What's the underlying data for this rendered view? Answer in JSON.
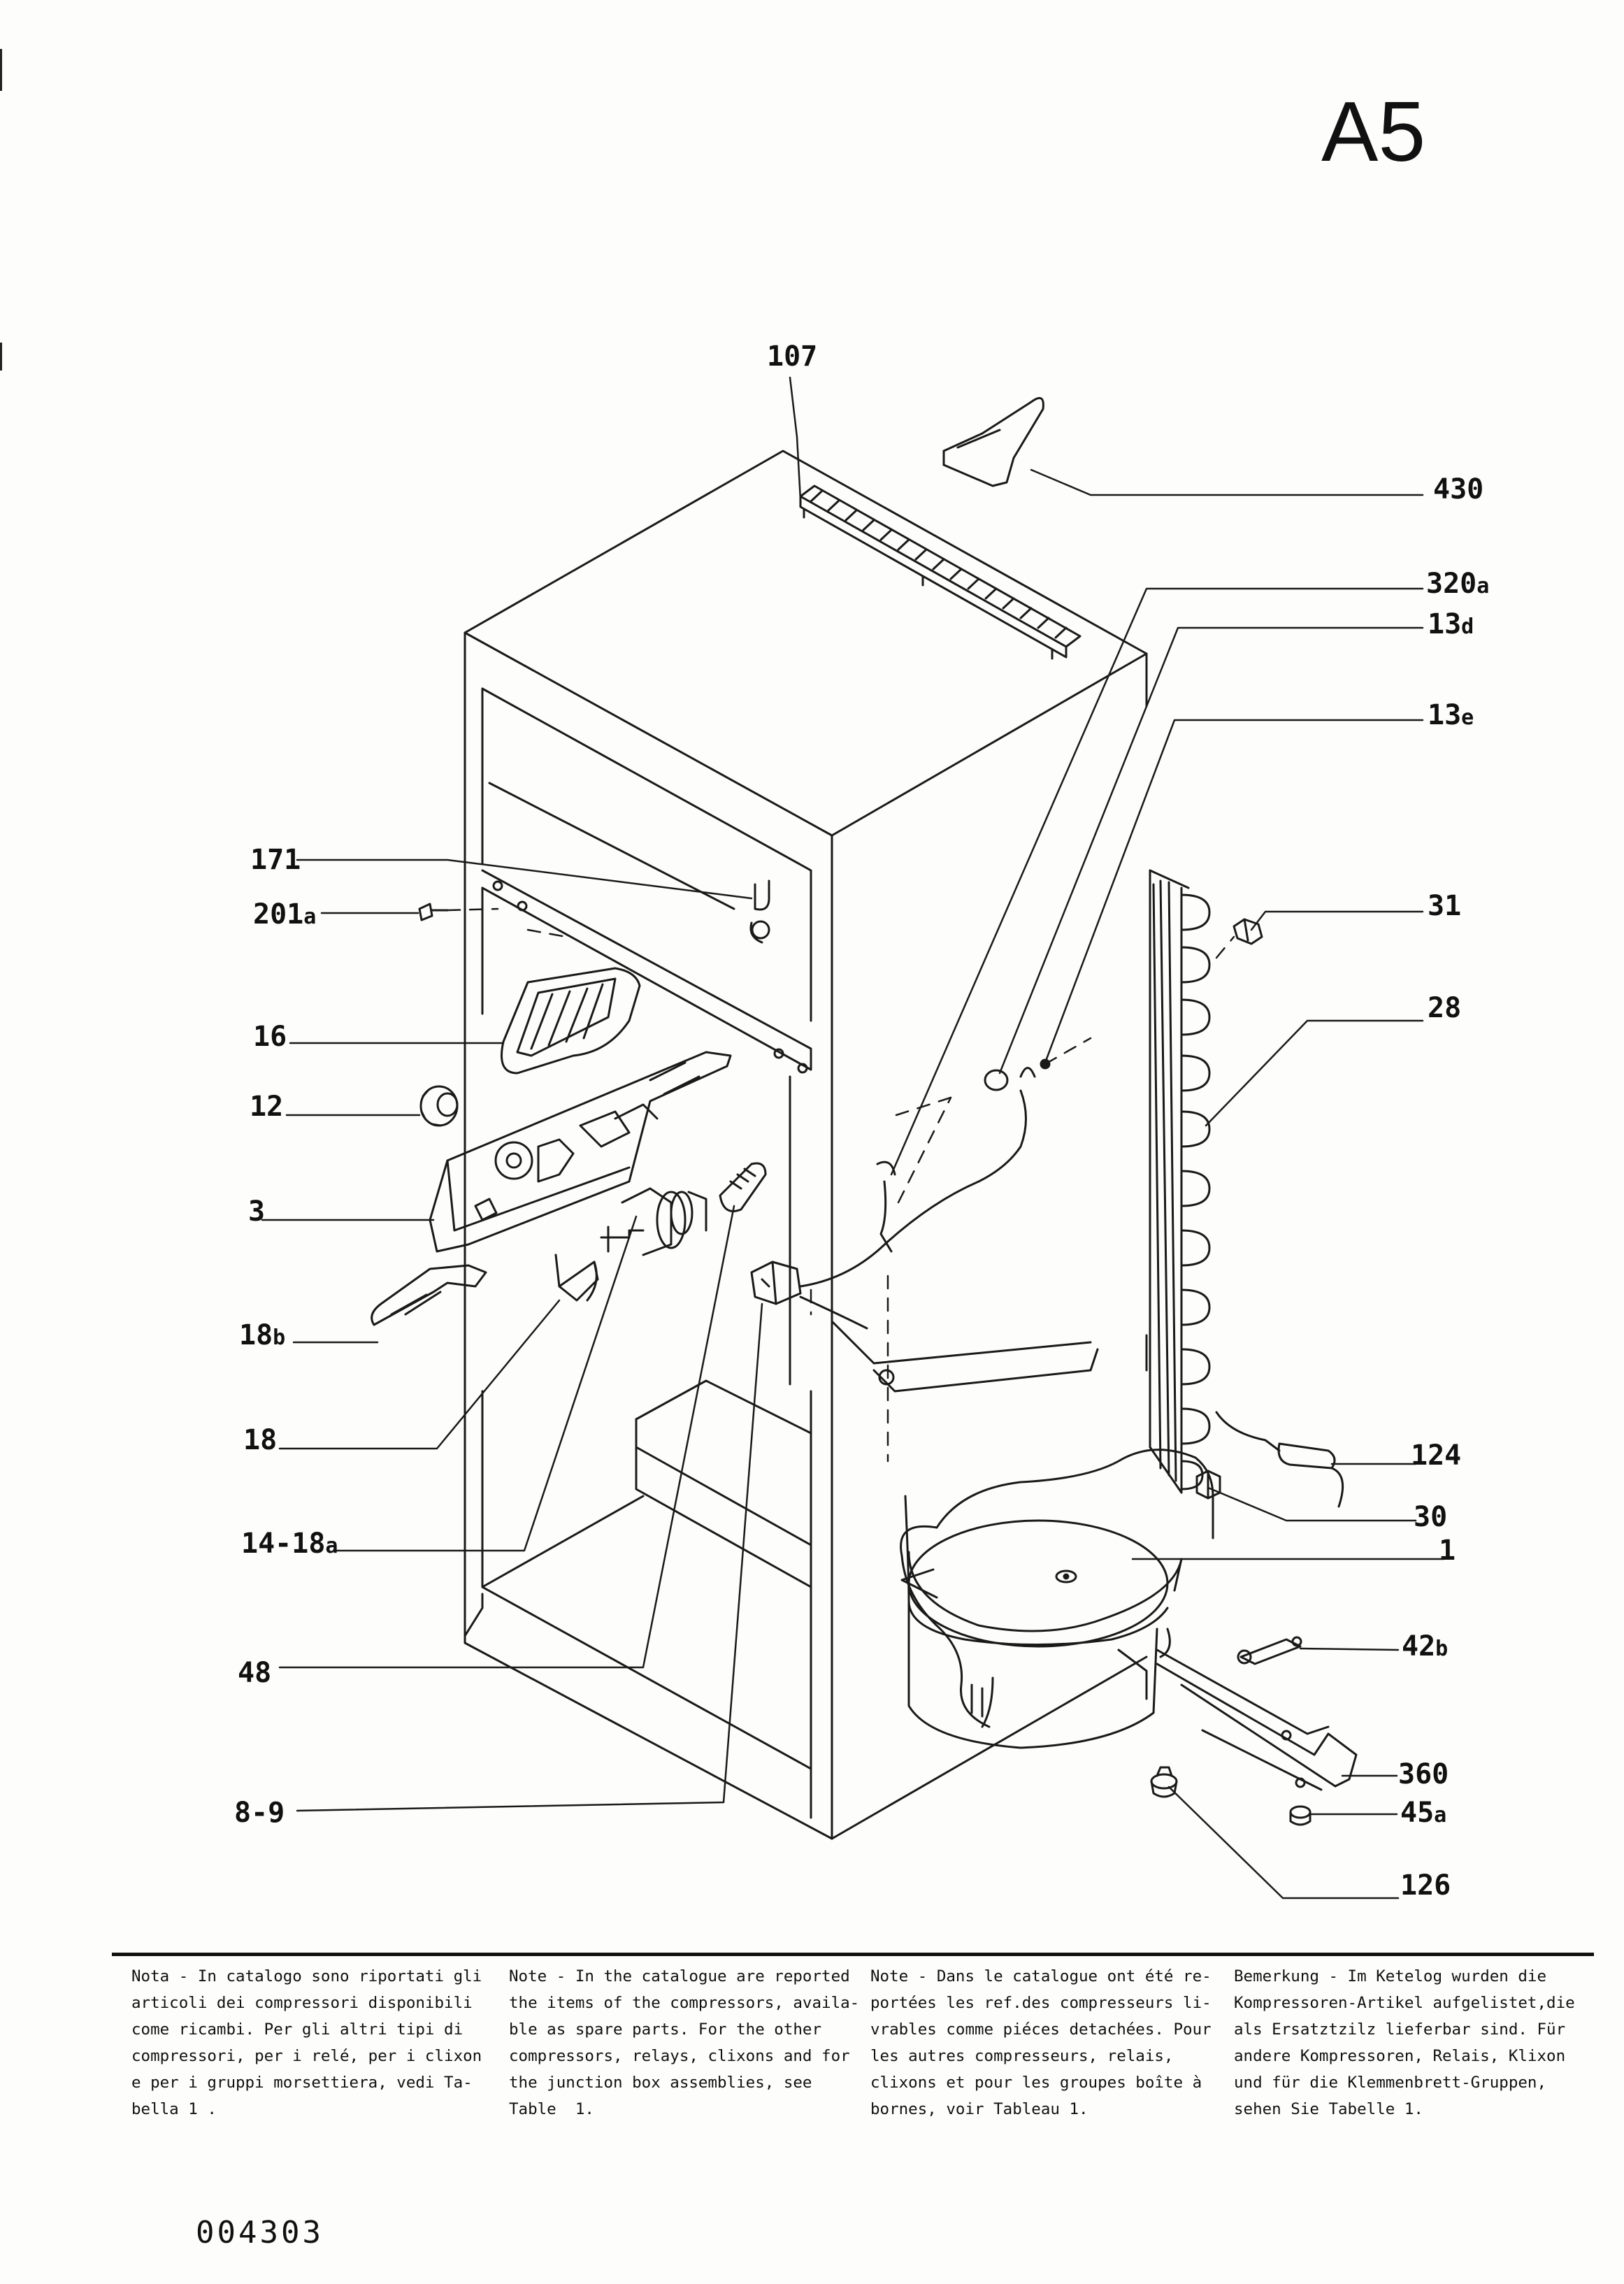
{
  "sheet": {
    "id": "A5",
    "doc_number": "004303"
  },
  "parts": [
    {
      "key": "p107",
      "num": "107",
      "suffix": ""
    },
    {
      "key": "p430",
      "num": "430",
      "suffix": ""
    },
    {
      "key": "p320a",
      "num": "320",
      "suffix": "a"
    },
    {
      "key": "p13d",
      "num": "13",
      "suffix": "d"
    },
    {
      "key": "p13e",
      "num": "13",
      "suffix": "e"
    },
    {
      "key": "p171",
      "num": "171",
      "suffix": ""
    },
    {
      "key": "p201a",
      "num": "201",
      "suffix": "a"
    },
    {
      "key": "p31",
      "num": "31",
      "suffix": ""
    },
    {
      "key": "p28",
      "num": "28",
      "suffix": ""
    },
    {
      "key": "p16",
      "num": "16",
      "suffix": ""
    },
    {
      "key": "p12",
      "num": "12",
      "suffix": ""
    },
    {
      "key": "p3",
      "num": "3",
      "suffix": ""
    },
    {
      "key": "p18b",
      "num": "18",
      "suffix": "b"
    },
    {
      "key": "p18",
      "num": "18",
      "suffix": ""
    },
    {
      "key": "p124",
      "num": "124",
      "suffix": ""
    },
    {
      "key": "p30",
      "num": "30",
      "suffix": ""
    },
    {
      "key": "p1",
      "num": "1",
      "suffix": ""
    },
    {
      "key": "p14_18a",
      "num": "14-18",
      "suffix": "a"
    },
    {
      "key": "p42b",
      "num": "42",
      "suffix": "b"
    },
    {
      "key": "p48",
      "num": "48",
      "suffix": ""
    },
    {
      "key": "p360",
      "num": "360",
      "suffix": ""
    },
    {
      "key": "p45a",
      "num": "45",
      "suffix": "a"
    },
    {
      "key": "p8_9",
      "num": "8-9",
      "suffix": ""
    },
    {
      "key": "p126",
      "num": "126",
      "suffix": ""
    }
  ],
  "notes": [
    {
      "lang": "it",
      "text": "Nota - In catalogo sono riportati gli\narticoli dei compressori disponibili\ncome ricambi. Per gli altri tipi di\ncompressori, per i relé, per i clixon\ne per i gruppi morsettiera, vedi Ta-\nbella 1 ."
    },
    {
      "lang": "en",
      "text": "Note - In the catalogue are reported\nthe items of the compressors, availa-\nble as spare parts. For the other\ncompressors, relays, clixons and for\nthe junction box assemblies, see\nTable  1."
    },
    {
      "lang": "fr",
      "text": "Note - Dans le catalogue ont été re-\nportées les ref.des compresseurs li-\nvrables comme piéces detachées. Pour\nles autres compresseurs, relais,\nclixons et pour les groupes boîte à\nbornes, voir Tableau 1."
    },
    {
      "lang": "de",
      "text": "Bemerkung - Im Ketelog wurden die\nKompressoren-Artikel aufgelistet,die\nals Ersatztzilz lieferbar sind. Für\nandere Kompressoren, Relais, Klixon\nund für die Klemmenbrett-Gruppen,\nsehen Sie Tabelle 1."
    }
  ]
}
